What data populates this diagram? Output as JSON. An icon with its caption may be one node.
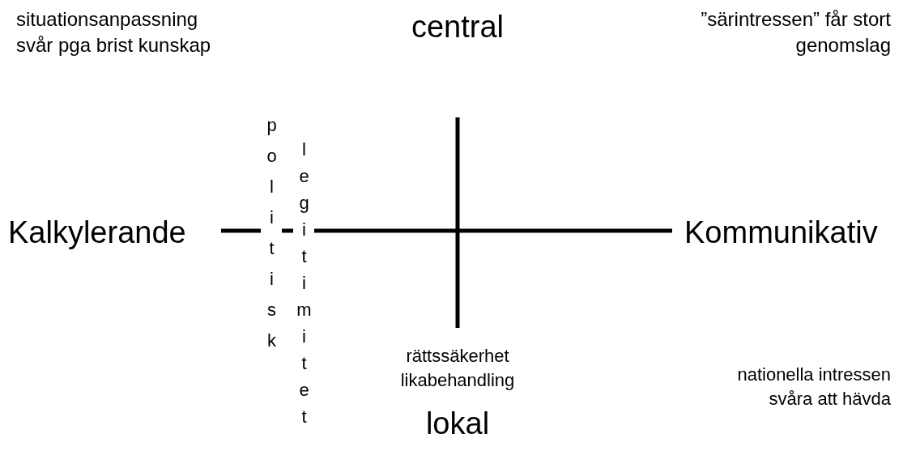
{
  "diagram": {
    "labels": [
      "situationsanpassning svår pga brist kunskap",
      "central",
      "”särintressen” får stort genomslag",
      "Kalkylerande",
      "Kommunikativ",
      "politisk",
      "legitimitet",
      "rättssäkerhet likabehandling",
      "nationella intressen svåra att hävda",
      "lokal"
    ]
  }
}
